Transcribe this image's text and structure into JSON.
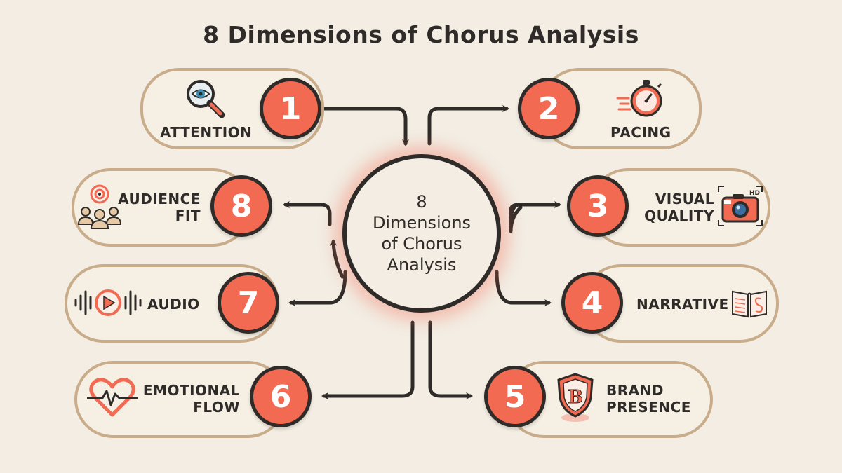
{
  "title": "8 Dimensions of Chorus Analysis",
  "center": {
    "line1": "8",
    "line2": "Dimensions",
    "line3": "of Chorus",
    "line4": "Analysis"
  },
  "dimensions": [
    {
      "number": "1",
      "label": "ATTENTION",
      "icon": "magnifier-eye-icon"
    },
    {
      "number": "2",
      "label": "PACING",
      "icon": "stopwatch-icon"
    },
    {
      "number": "3",
      "label_line1": "VISUAL",
      "label_line2": "QUALITY",
      "icon": "camera-hd-icon"
    },
    {
      "number": "4",
      "label": "NARRATIVE",
      "icon": "book-icon"
    },
    {
      "number": "5",
      "label_line1": "BRAND",
      "label_line2": "PRESENCE",
      "icon": "brand-shield-icon",
      "icon_letter": "B"
    },
    {
      "number": "6",
      "label_line1": "EMOTIONAL",
      "label_line2": "FLOW",
      "icon": "heartbeat-icon"
    },
    {
      "number": "7",
      "label": "AUDIO",
      "icon": "audio-play-icon"
    },
    {
      "number": "8",
      "label_line1": "AUDIENCE",
      "label_line2": "FIT",
      "icon": "audience-target-icon"
    }
  ],
  "colors": {
    "accent": "#f26a52",
    "outline": "#2e2b28",
    "pill_border": "#c9ad8b",
    "background": "#f3ede3"
  },
  "hd_badge": "HD"
}
